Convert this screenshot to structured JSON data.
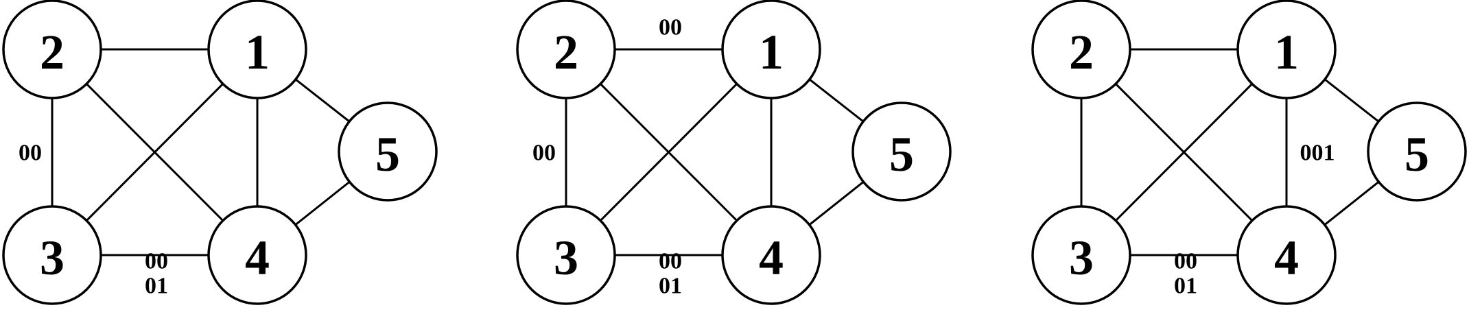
{
  "diagrams": [
    {
      "nodes": [
        {
          "id": "2",
          "label": "2"
        },
        {
          "id": "1",
          "label": "1"
        },
        {
          "id": "5",
          "label": "5"
        },
        {
          "id": "3",
          "label": "3"
        },
        {
          "id": "4",
          "label": "4"
        }
      ],
      "edges": [
        {
          "from": "2",
          "to": "1",
          "label": []
        },
        {
          "from": "2",
          "to": "3",
          "label": [
            "00"
          ]
        },
        {
          "from": "2",
          "to": "4",
          "label": []
        },
        {
          "from": "1",
          "to": "3",
          "label": []
        },
        {
          "from": "1",
          "to": "4",
          "label": []
        },
        {
          "from": "1",
          "to": "5",
          "label": []
        },
        {
          "from": "3",
          "to": "4",
          "label": [
            "00",
            "01"
          ]
        },
        {
          "from": "4",
          "to": "5",
          "label": []
        }
      ]
    },
    {
      "nodes": [
        {
          "id": "2",
          "label": "2"
        },
        {
          "id": "1",
          "label": "1"
        },
        {
          "id": "5",
          "label": "5"
        },
        {
          "id": "3",
          "label": "3"
        },
        {
          "id": "4",
          "label": "4"
        }
      ],
      "edges": [
        {
          "from": "2",
          "to": "1",
          "label": [
            "00"
          ]
        },
        {
          "from": "2",
          "to": "3",
          "label": [
            "00"
          ]
        },
        {
          "from": "2",
          "to": "4",
          "label": []
        },
        {
          "from": "1",
          "to": "3",
          "label": []
        },
        {
          "from": "1",
          "to": "4",
          "label": []
        },
        {
          "from": "1",
          "to": "5",
          "label": []
        },
        {
          "from": "3",
          "to": "4",
          "label": [
            "00",
            "01"
          ]
        },
        {
          "from": "4",
          "to": "5",
          "label": []
        }
      ]
    },
    {
      "nodes": [
        {
          "id": "2",
          "label": "2"
        },
        {
          "id": "1",
          "label": "1"
        },
        {
          "id": "5",
          "label": "5"
        },
        {
          "id": "3",
          "label": "3"
        },
        {
          "id": "4",
          "label": "4"
        }
      ],
      "edges": [
        {
          "from": "2",
          "to": "1",
          "label": []
        },
        {
          "from": "2",
          "to": "3",
          "label": []
        },
        {
          "from": "2",
          "to": "4",
          "label": []
        },
        {
          "from": "1",
          "to": "3",
          "label": []
        },
        {
          "from": "1",
          "to": "4",
          "label": [
            "001"
          ]
        },
        {
          "from": "1",
          "to": "5",
          "label": []
        },
        {
          "from": "3",
          "to": "4",
          "label": [
            "00",
            "01"
          ]
        },
        {
          "from": "4",
          "to": "5",
          "label": []
        }
      ]
    }
  ]
}
